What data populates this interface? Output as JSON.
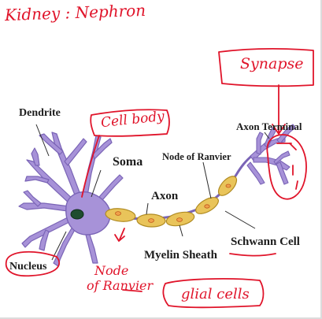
{
  "handwritten": {
    "top_note": "Kidney : Nephron",
    "synapse": "Synapse",
    "cell_body": "Cell body",
    "node_ranvier_line1": "Node",
    "node_ranvier_line2": "of Ranvier",
    "glial_cells": "glial cells"
  },
  "labels": {
    "dendrite": "Dendrite",
    "soma": "Soma",
    "node_of_ranvier": "Node of Ranvier",
    "axon_terminal": "Axon Terminal",
    "axon": "Axon",
    "schwann_cell": "Schwann Cell",
    "myelin_sheath": "Myelin Sheath",
    "nucleus": "Nucleus"
  },
  "colors": {
    "neuron_fill": "#a792d8",
    "neuron_stroke": "#7a64b6",
    "myelin_fill": "#e9c45a",
    "myelin_stroke": "#b08b22",
    "nucleus_fill": "#1f4d2e",
    "ink_red": "#e0142a",
    "label_text": "#1c1c1c"
  }
}
